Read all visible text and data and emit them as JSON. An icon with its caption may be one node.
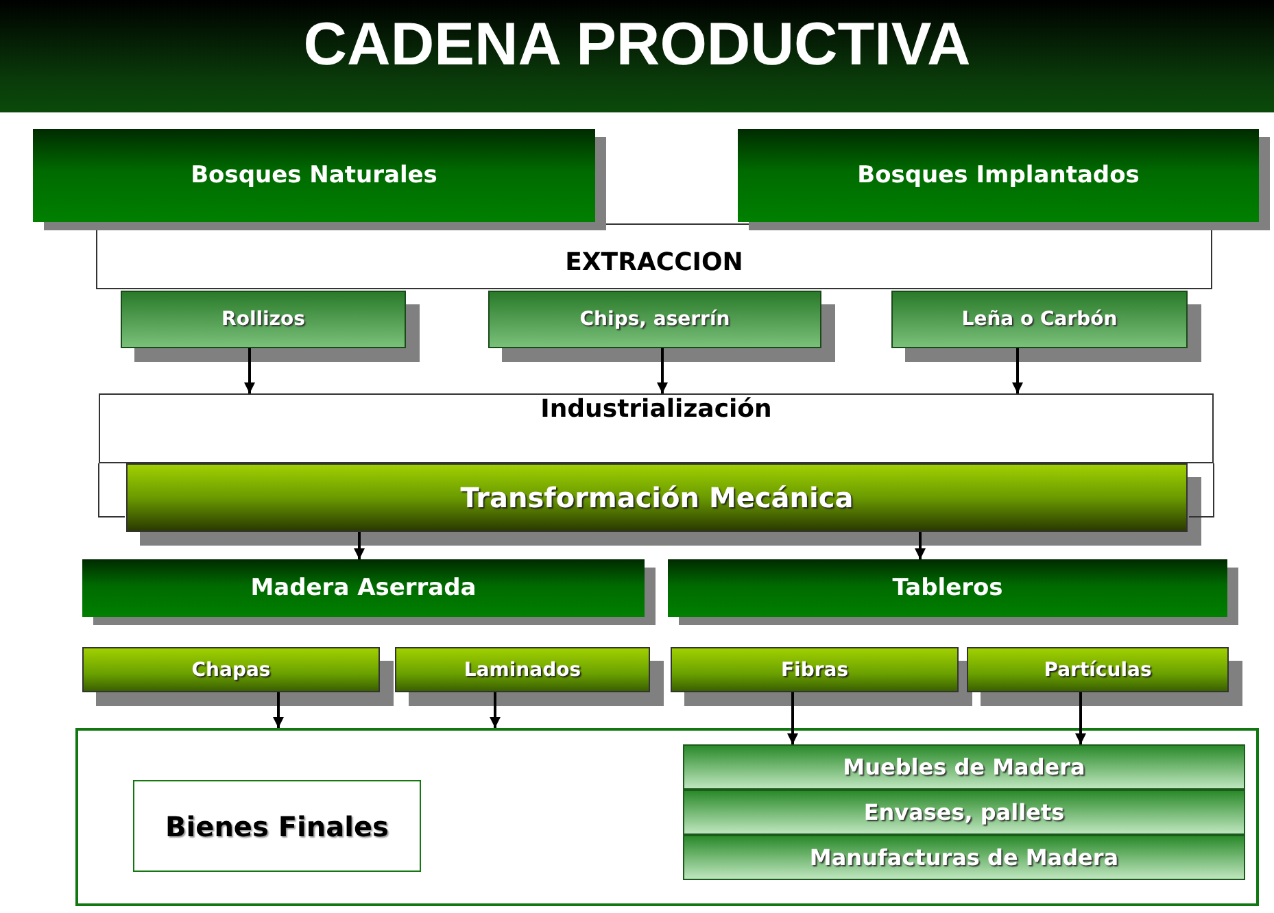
{
  "diagram": {
    "title": "CADENA PRODUCTIVA",
    "nodes": [
      {
        "text": [
          "Bosques Naturales"
        ]
      },
      {
        "text": [
          "Bosques Implantados"
        ]
      },
      {
        "text": [
          "EXTRACCION"
        ]
      },
      {
        "text": [
          "Rollizos"
        ]
      },
      {
        "text": [
          "Chips, aserrín"
        ]
      },
      {
        "text": [
          "Leña o Carbón"
        ]
      },
      {
        "text": [
          "Industrialización"
        ]
      },
      {
        "text": [
          "Transformación  Mecánica"
        ]
      },
      {
        "text": [
          "Madera Aserrada"
        ]
      },
      {
        "text": [
          "Tableros"
        ]
      },
      {
        "text": [
          "Chapas"
        ]
      },
      {
        "text": [
          "Laminados"
        ]
      },
      {
        "text": [
          "Fibras"
        ]
      },
      {
        "text": [
          "Partículas"
        ]
      },
      {
        "text": [],
        "shape": "box"
      },
      {
        "text": [
          "Bienes Finales"
        ],
        "in": 14
      },
      {
        "text": [
          "Muebles de Madera"
        ],
        "in": 14
      },
      {
        "text": [
          "Envases, pallets"
        ],
        "in": 14
      },
      {
        "text": [
          "Manufacturas de Madera"
        ],
        "in": 14
      }
    ],
    "edges": [
      {
        "from": 3,
        "to": 6,
        "arrow": "to"
      },
      {
        "from": 4,
        "to": 6,
        "arrow": "to"
      },
      {
        "from": 5,
        "to": 6,
        "arrow": "to"
      },
      {
        "from": 7,
        "to": 8,
        "arrow": "to"
      },
      {
        "from": 7,
        "to": 9,
        "arrow": "to"
      },
      {
        "from": 10,
        "to": 14,
        "arrow": "to"
      },
      {
        "from": 11,
        "to": 14,
        "arrow": "to"
      },
      {
        "from": 12,
        "to": 16,
        "arrow": "to"
      },
      {
        "from": 13,
        "to": 16,
        "arrow": "to"
      }
    ]
  }
}
